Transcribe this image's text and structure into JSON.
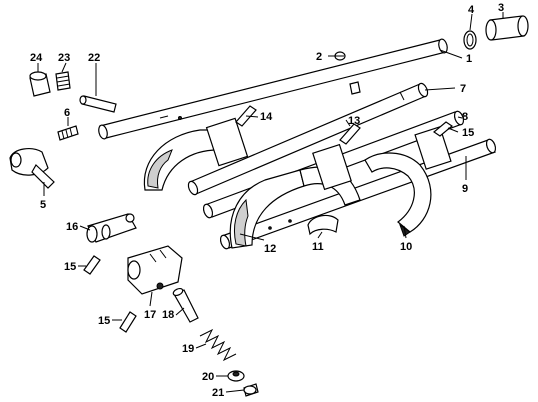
{
  "diagram": {
    "callouts": [
      "1",
      "2",
      "3",
      "4",
      "5",
      "6",
      "7",
      "8",
      "9",
      "10",
      "11",
      "12",
      "13",
      "14",
      "15",
      "15",
      "15",
      "16",
      "17",
      "18",
      "19",
      "20",
      "21",
      "22",
      "23",
      "24"
    ]
  }
}
